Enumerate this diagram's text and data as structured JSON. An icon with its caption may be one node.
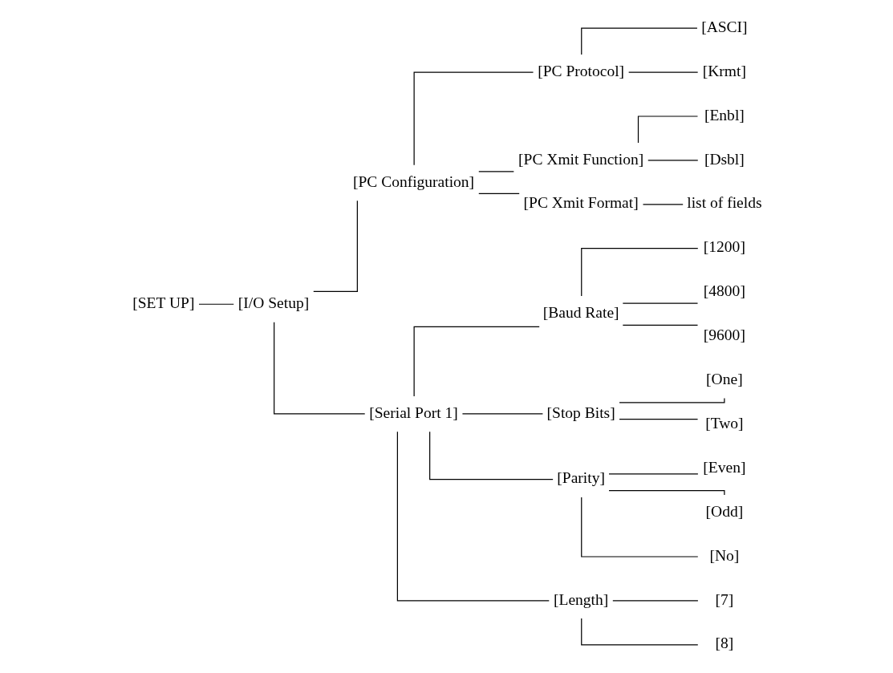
{
  "diagram": {
    "nodes": [
      {
        "text": [
          "[SET UP]"
        ]
      },
      {
        "text": [
          "[I/O Setup]"
        ]
      },
      {
        "text": [
          "[PC Configuration]"
        ]
      },
      {
        "text": [
          "[PC Protocol]"
        ]
      },
      {
        "text": [
          "[ASCI]"
        ]
      },
      {
        "text": [
          "[Krmt]"
        ]
      },
      {
        "text": [
          "[PC Xmit Function]"
        ]
      },
      {
        "text": [
          "[Enbl]"
        ]
      },
      {
        "text": [
          "[Dsbl]"
        ]
      },
      {
        "text": [
          "[PC Xmit Format]"
        ]
      },
      {
        "text": [
          "list of fields"
        ]
      },
      {
        "text": [
          "[Serial Port 1]"
        ]
      },
      {
        "text": [
          "[Baud Rate]"
        ]
      },
      {
        "text": [
          "[1200]"
        ]
      },
      {
        "text": [
          "[4800]"
        ]
      },
      {
        "text": [
          "[9600]"
        ]
      },
      {
        "text": [
          "[Stop Bits]"
        ]
      },
      {
        "text": [
          "[One]"
        ]
      },
      {
        "text": [
          "[Two]"
        ]
      },
      {
        "text": [
          "[Parity]"
        ]
      },
      {
        "text": [
          "[Even]"
        ]
      },
      {
        "text": [
          "[Odd]"
        ]
      },
      {
        "text": [
          "[No]"
        ]
      },
      {
        "text": [
          "[Length]"
        ]
      },
      {
        "text": [
          "[7]"
        ]
      },
      {
        "text": [
          "[8]"
        ]
      }
    ],
    "edges": [
      {
        "from": 0,
        "to": 1,
        "arrow": "none"
      },
      {
        "from": 1,
        "to": 2,
        "arrow": "none"
      },
      {
        "from": 1,
        "to": 11,
        "arrow": "none"
      },
      {
        "from": 2,
        "to": 3,
        "arrow": "none"
      },
      {
        "from": 2,
        "to": 6,
        "arrow": "none"
      },
      {
        "from": 2,
        "to": 9,
        "arrow": "none"
      },
      {
        "from": 3,
        "to": 4,
        "arrow": "none"
      },
      {
        "from": 3,
        "to": 5,
        "arrow": "none"
      },
      {
        "from": 6,
        "to": 7,
        "arrow": "none"
      },
      {
        "from": 6,
        "to": 8,
        "arrow": "none"
      },
      {
        "from": 9,
        "to": 10,
        "arrow": "none"
      },
      {
        "from": 11,
        "to": 12,
        "arrow": "none"
      },
      {
        "from": 11,
        "to": 16,
        "arrow": "none"
      },
      {
        "from": 11,
        "to": 19,
        "arrow": "none"
      },
      {
        "from": 11,
        "to": 23,
        "arrow": "none"
      },
      {
        "from": 12,
        "to": 13,
        "arrow": "none"
      },
      {
        "from": 12,
        "to": 14,
        "arrow": "none"
      },
      {
        "from": 12,
        "to": 15,
        "arrow": "none"
      },
      {
        "from": 16,
        "to": 17,
        "arrow": "none"
      },
      {
        "from": 16,
        "to": 18,
        "arrow": "none"
      },
      {
        "from": 19,
        "to": 20,
        "arrow": "none"
      },
      {
        "from": 19,
        "to": 21,
        "arrow": "none"
      },
      {
        "from": 19,
        "to": 22,
        "arrow": "none"
      },
      {
        "from": 23,
        "to": 24,
        "arrow": "none"
      },
      {
        "from": 23,
        "to": 25,
        "arrow": "none"
      }
    ]
  }
}
